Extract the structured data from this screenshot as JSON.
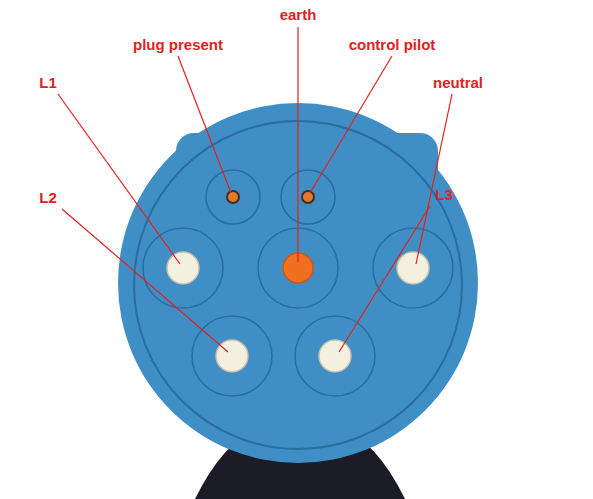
{
  "diagram": {
    "labels": [
      "plug present",
      "earth",
      "control pilot",
      "L1",
      "neutral",
      "L2",
      "L3"
    ]
  }
}
